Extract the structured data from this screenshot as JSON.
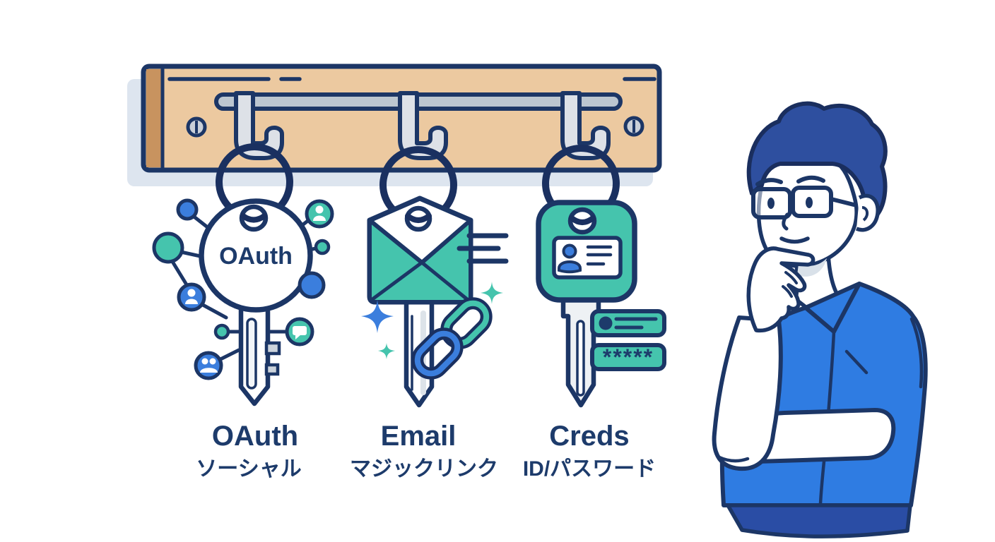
{
  "illustration": {
    "scene_description": "Three keys labeled with authentication methods hang on a wooden key rack while a man stands thinking",
    "rack": {
      "hook_count": 3
    },
    "keys": [
      {
        "id": "oauth",
        "head_text": "OAuth",
        "label": "OAuth",
        "caption": "ソーシャル"
      },
      {
        "id": "email",
        "label": "Email",
        "caption": "マジックリンク"
      },
      {
        "id": "creds",
        "label": "Creds",
        "caption": "ID/パスワード",
        "password_mask": "*****"
      }
    ],
    "colors": {
      "outline": "#1c3666",
      "label_text": "#1d3b6b",
      "wood": "#ecc9a0",
      "wood_edge": "#c8935f",
      "metal": "#bcc6d0",
      "hook": "#dde1e7",
      "teal": "#45c4ad",
      "blue": "#3b7edd",
      "shirt": "#2f7ce2",
      "hair": "#2e4f9f",
      "pants": "#2a4da5",
      "rack_shadow": "#dde5ef"
    }
  }
}
